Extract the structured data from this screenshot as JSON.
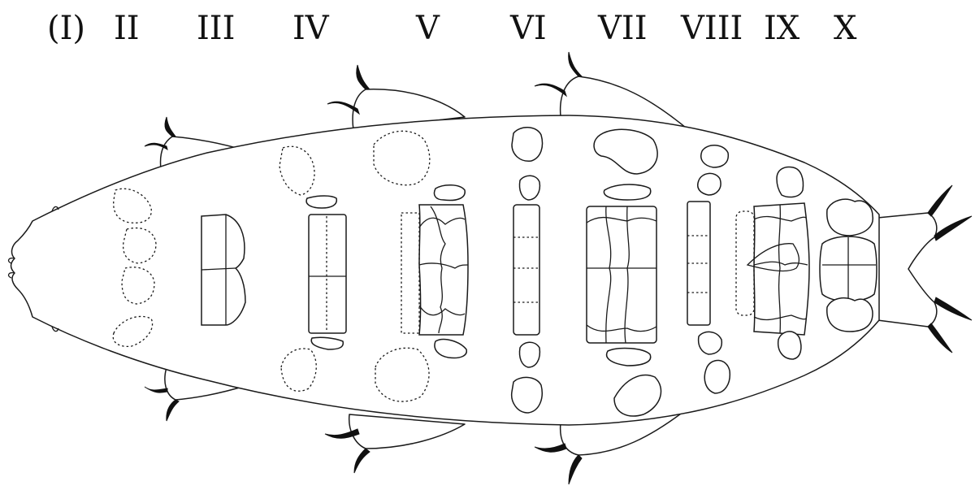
{
  "diagram": {
    "segment_labels": [
      "(I)",
      "II",
      "III",
      "IV",
      "V",
      "VI",
      "VII",
      "VIII",
      "IX",
      "X"
    ]
  },
  "colors": {
    "stroke": "#1a1a1a",
    "claw": "#111111",
    "background": "#ffffff"
  }
}
